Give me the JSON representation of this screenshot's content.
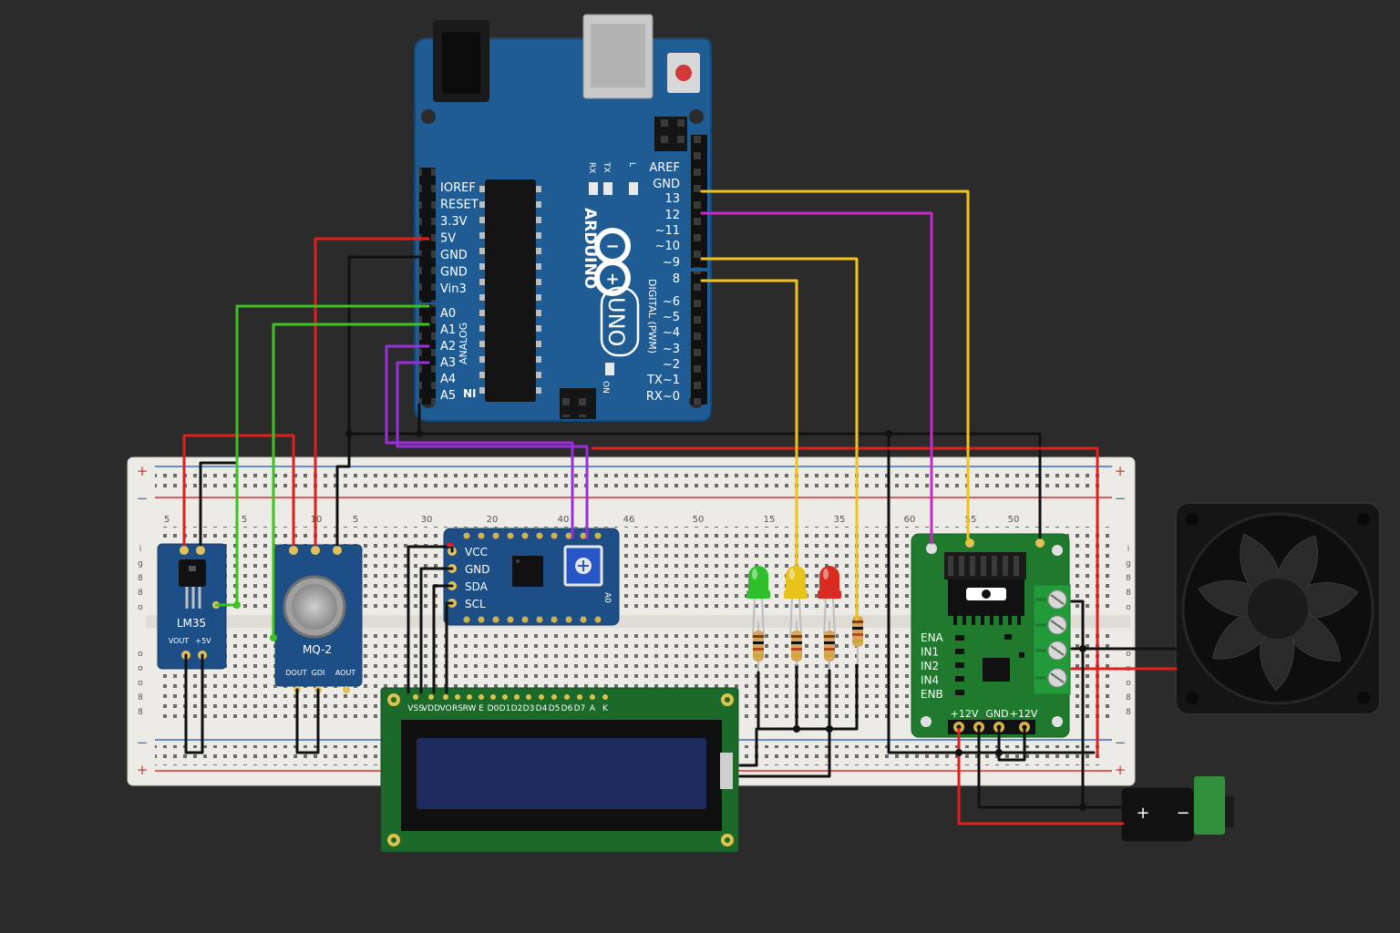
{
  "colors": {
    "background": "#2b2b2b",
    "arduino_board": "#1f5c94",
    "breadboard": "#ecebe6",
    "rail_red": "#d6332e",
    "rail_blue": "#3a6ec7",
    "wire_red": "#e01f1f",
    "wire_black": "#111111",
    "wire_green": "#3cc31e",
    "wire_purple": "#9a2fd8",
    "wire_magenta": "#c62bc6",
    "wire_yellow": "#f1c21b",
    "module_blue": "#1d4f86",
    "driver_green": "#1f7a2e",
    "lcd_green": "#1b6a2a",
    "lcd_screen": "#1d2b5e",
    "fan": "#151515"
  },
  "arduino": {
    "brand": "ARDUINO",
    "model": "UNO",
    "digital_label": "DIGITAL (PWM)",
    "analog_label": "ANALOG",
    "on_label": "ON",
    "led_labels": [
      "RX",
      "TX",
      "L"
    ],
    "power_pins": [
      "IOREF",
      "RESET",
      "3.3V",
      "5V",
      "GND",
      "GND",
      "Vin3"
    ],
    "analog_pins": [
      "A0",
      "A1",
      "A2",
      "A3",
      "A4",
      "A5"
    ],
    "analog_side_mark": "NI",
    "digital_pins": [
      "AREF",
      "GND",
      "13",
      "12",
      "~11",
      "~10",
      "~9",
      "8",
      "~6",
      "~5",
      "~4",
      "~3",
      "~2",
      "TX~1",
      "RX~0"
    ]
  },
  "breadboard": {
    "plus": "+",
    "minus": "−",
    "column_numbers": [
      "5",
      "5",
      "10",
      "5",
      "30",
      "20",
      "40",
      "46",
      "50",
      "15",
      "35",
      "60",
      "55",
      "50"
    ],
    "row_letters_top": [
      "i",
      "g",
      "8",
      "8",
      "o"
    ],
    "row_letters_bottom": [
      "o",
      "o",
      "o",
      "8",
      "8"
    ]
  },
  "lm35": {
    "name": "LM35",
    "pins": [
      "VOUT",
      "+5V"
    ]
  },
  "mq2": {
    "name": "MQ-2",
    "pins": [
      "DOUT",
      "GDI",
      "AOUT"
    ]
  },
  "i2c": {
    "pins": [
      "VCC",
      "GND",
      "SDA",
      "SCL"
    ],
    "corner": "A0"
  },
  "lcd": {
    "pins": [
      "VSS",
      "VDD",
      "VO",
      "RS",
      "RW",
      "E",
      "D0",
      "D1",
      "D2",
      "D3",
      "D4",
      "D5",
      "D6",
      "D7",
      "A",
      "K"
    ]
  },
  "leds": [
    {
      "color": "green",
      "fill": "#2fbf2a"
    },
    {
      "color": "yellow",
      "fill": "#e6c21a"
    },
    {
      "color": "red",
      "fill": "#d92b22"
    }
  ],
  "driver": {
    "side_labels": [
      "ENA",
      "IN1",
      "IN2",
      "IN4",
      "ENB"
    ],
    "terminal_labels": [
      "+12V",
      "GND",
      "+12V"
    ]
  },
  "power_jack": {
    "plus": "+",
    "minus": "−"
  }
}
